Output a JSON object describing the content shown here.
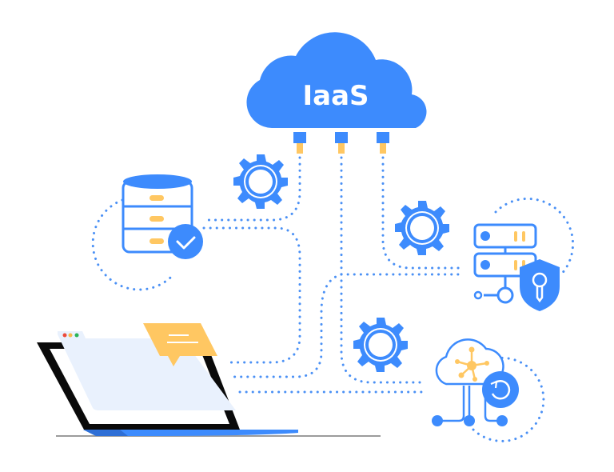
{
  "diagram": {
    "title": "IaaS",
    "colors": {
      "primary_blue": "#3d8bfd",
      "accent_yellow": "#ffc762",
      "light_panel": "#e9f1fd",
      "laptop_black": "#0a0a0a",
      "dot_line": "#4a90f5",
      "ground_line": "#9b9b9b",
      "dot_red": "#ec4a3a",
      "dot_yellow": "#f7b84a",
      "dot_green": "#29b457"
    },
    "nodes": [
      {
        "id": "cloud",
        "label": "IaaS",
        "icon": "cloud-icon"
      },
      {
        "id": "database",
        "icon": "database-icon",
        "badge": "checkmark-icon"
      },
      {
        "id": "server",
        "icon": "server-rack-icon",
        "badge": "shield-keyhole-icon"
      },
      {
        "id": "cloud-network",
        "icon": "cloud-network-icon",
        "badge": "refresh-icon"
      },
      {
        "id": "laptop",
        "icon": "laptop-icon",
        "badge": "chat-bubble-icon"
      }
    ],
    "gears": [
      {
        "id": "gear-top-left",
        "icon": "gear-icon"
      },
      {
        "id": "gear-right",
        "icon": "gear-icon"
      },
      {
        "id": "gear-bottom",
        "icon": "gear-icon"
      }
    ],
    "connectors": 3
  }
}
